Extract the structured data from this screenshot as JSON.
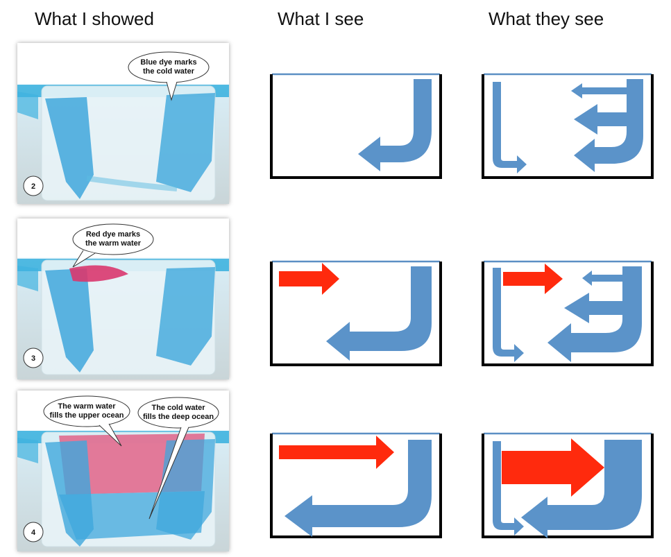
{
  "columns": [
    {
      "heading": "What I showed"
    },
    {
      "heading": "What I see"
    },
    {
      "heading": "What they see"
    }
  ],
  "photos": [
    {
      "step": "2",
      "bubbles": [
        {
          "lines": [
            "Blue dye marks",
            "the cold water"
          ]
        }
      ]
    },
    {
      "step": "3",
      "bubbles": [
        {
          "lines": [
            "Red dye marks",
            "the warm water"
          ]
        }
      ]
    },
    {
      "step": "4",
      "bubbles": [
        {
          "lines": [
            "The warm water",
            "fills the upper ocean"
          ]
        },
        {
          "lines": [
            "The cold water",
            "fills the deep ocean"
          ]
        }
      ]
    }
  ],
  "colors": {
    "cold": "#5b93c9",
    "warm": "#ff2a0d",
    "water_line": "#5b8fc4",
    "tank": "#000000",
    "photo_cyan": "#3fb2df",
    "photo_pink": "#e0507a"
  }
}
